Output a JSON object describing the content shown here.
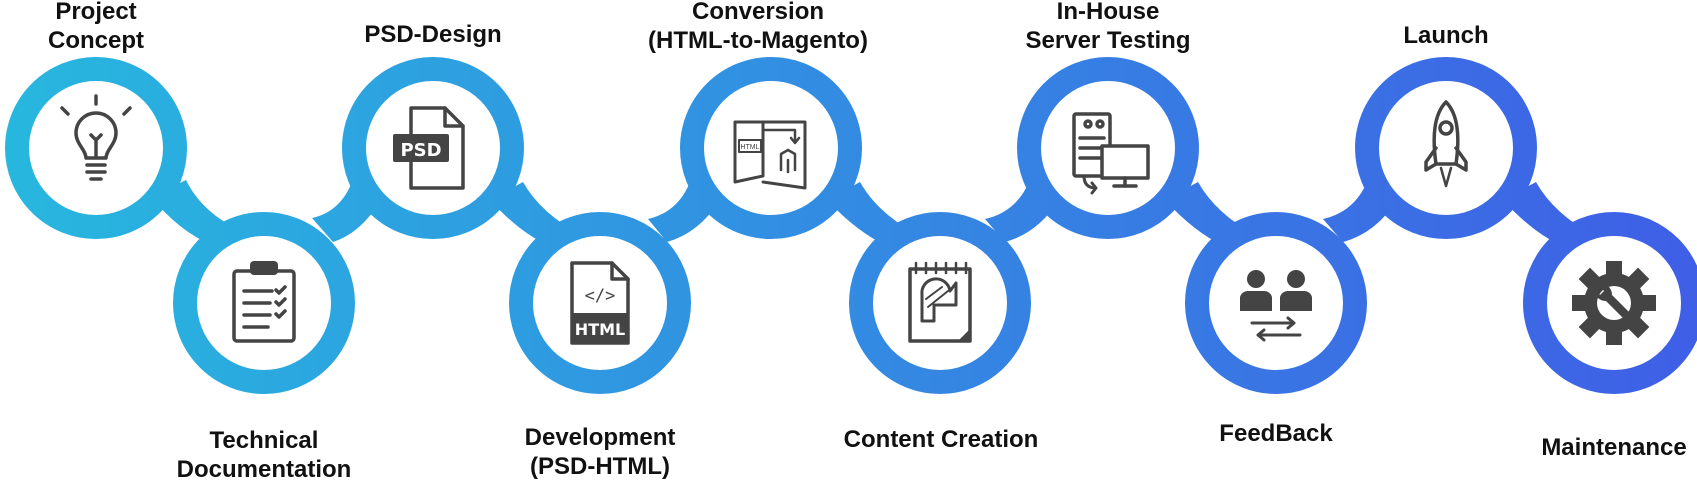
{
  "colors": {
    "gradient_start": "#27B7DE",
    "gradient_end": "#3F5FE6",
    "label_text": "#111111",
    "icon": "#444444"
  },
  "steps": [
    {
      "label": "Project\nConcept",
      "icon": "lightbulb-icon"
    },
    {
      "label": "Technical\nDocumentation",
      "icon": "clipboard-checklist-icon"
    },
    {
      "label": "PSD-Design",
      "icon": "psd-file-icon",
      "icon_text": "PSD"
    },
    {
      "label": "Development\n(PSD-HTML)",
      "icon": "html-file-icon",
      "icon_text": "HTML",
      "icon_code": "</>"
    },
    {
      "label": "Conversion\n(HTML-to-Magento)",
      "icon": "html-to-magento-icon",
      "icon_text": "HTML"
    },
    {
      "label": "Content Creation",
      "icon": "content-notepad-icon"
    },
    {
      "label": "In-House\nServer Testing",
      "icon": "server-monitor-icon"
    },
    {
      "label": "FeedBack",
      "icon": "people-exchange-icon"
    },
    {
      "label": "Launch",
      "icon": "rocket-icon"
    },
    {
      "label": "Maintenance",
      "icon": "gear-wrench-icon"
    }
  ]
}
